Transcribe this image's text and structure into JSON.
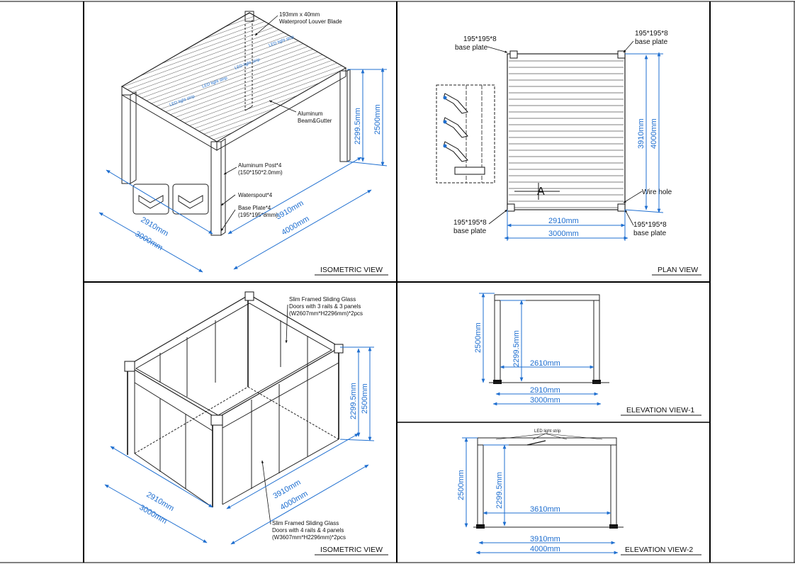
{
  "views": {
    "iso1": {
      "title": "ISOMETRIC VIEW",
      "labels": {
        "louver": [
          "193mm x 40mm",
          "Waterproof Louver Blade"
        ],
        "beam": [
          "Aluminum",
          "Beam&Gutter"
        ],
        "post": [
          "Aluminum Post*4",
          "(150*150*2.0mm)"
        ],
        "spout": "Waterspout*4",
        "plate": [
          "Base Plate*4",
          "(195*195*8mm)"
        ],
        "led": "LED light strip"
      },
      "dims": {
        "d1": "2910mm",
        "d2": "3000mm",
        "d3": "3910mm",
        "d4": "4000mm",
        "h1": "2299.5mm",
        "h2": "2500mm"
      }
    },
    "plan": {
      "title": "PLAN VIEW",
      "labels": {
        "plate_tl": [
          "195*195*8",
          "base plate"
        ],
        "plate_tr": [
          "195*195*8",
          "base plate"
        ],
        "plate_bl": [
          "195*195*8",
          "base plate"
        ],
        "plate_br": [
          "195*195*8",
          "base plate"
        ],
        "wire": "Wire hole",
        "section": "A"
      },
      "dims": {
        "w1": "2910mm",
        "w2": "3000mm",
        "h1": "3910mm",
        "h2": "4000mm"
      }
    },
    "iso2": {
      "title": "ISOMETRIC VIEW",
      "labels": {
        "doors_top": [
          "Slim Framed Sliding Glass",
          "Doors with 3 rails & 3 panels",
          "(W2607mm*H2296mm)*2pcs"
        ],
        "doors_bottom": [
          "Slim Framed Sliding Glass",
          "Doors with 4 rails & 4 panels",
          "(W3607mm*H2296mm)*2pcs"
        ]
      },
      "dims": {
        "d1": "2910mm",
        "d2": "3000mm",
        "d3": "3910mm",
        "d4": "4000mm",
        "h1": "2299.5mm",
        "h2": "2500mm"
      }
    },
    "elev1": {
      "title": "ELEVATION VIEW-1",
      "dims": {
        "h2": "2500mm",
        "h1": "2299.5mm",
        "inner": "2610mm",
        "w1": "2910mm",
        "w2": "3000mm"
      }
    },
    "elev2": {
      "title": "ELEVATION VIEW-2",
      "labels": {
        "led": "LED light strip"
      },
      "dims": {
        "h2": "2500mm",
        "h1": "2299.5mm",
        "inner": "3610mm",
        "w1": "3910mm",
        "w2": "4000mm"
      }
    }
  },
  "colors": {
    "dimension": "#1f6fd0",
    "line": "#222222",
    "frame": "#000000"
  }
}
